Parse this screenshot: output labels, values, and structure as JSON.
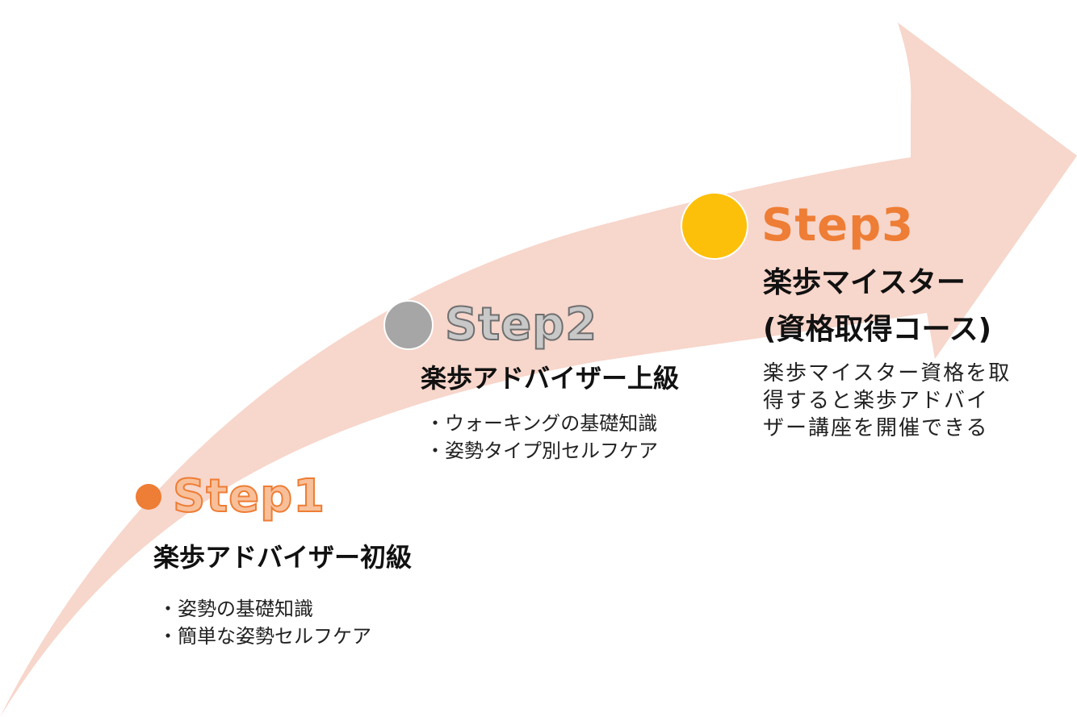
{
  "colors": {
    "arrow_fill": "#f7d6cb",
    "step1_accent": "#ee7d35",
    "step2_accent": "#a6a6a6",
    "step3_accent": "#fdc00a",
    "step3_label": "#ee7d35"
  },
  "steps": [
    {
      "label": "Step1",
      "title": "楽歩アドバイザー初級",
      "points": [
        "・姿勢の基礎知識",
        "・簡単な姿勢セルフケア"
      ]
    },
    {
      "label": "Step2",
      "title": "楽歩アドバイザー上級",
      "points": [
        "・ウォーキングの基礎知識",
        "・姿勢タイプ別セルフケア"
      ]
    },
    {
      "label": "Step3",
      "title_lines": [
        "楽歩マイスター",
        "(資格取得コース)"
      ],
      "description_lines": [
        "楽歩マイスター資格を取",
        "得すると楽歩アドバイ",
        "ザー講座を開催できる"
      ]
    }
  ]
}
